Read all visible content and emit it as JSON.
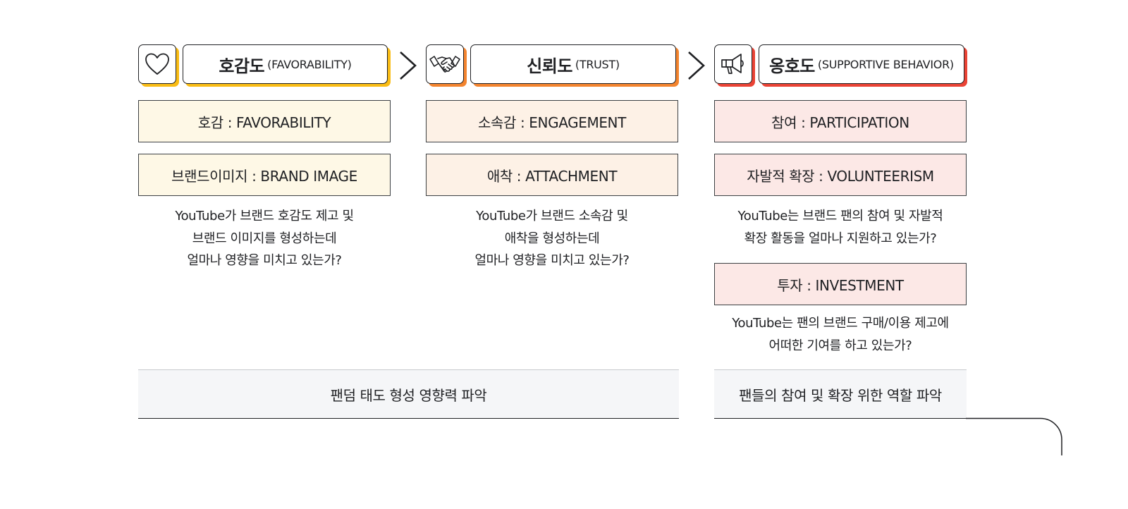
{
  "columns": [
    {
      "icon": "heart-icon",
      "title_ko": "호감도",
      "title_en": "(FAVORABILITY)",
      "accent": "#f9bc15",
      "fill": "#fef8e6",
      "items": [
        "호감 : FAVORABILITY",
        "브랜드이미지 : BRAND IMAGE"
      ],
      "description": [
        "YouTube가 브랜드 호감도 제고 및",
        "브랜드 이미지를 형성하는데",
        "얼마나 영향을 미치고 있는가?"
      ]
    },
    {
      "icon": "handshake-icon",
      "title_ko": "신뢰도",
      "title_en": "(TRUST)",
      "accent": "#f3842e",
      "fill": "#fdf1e6",
      "items": [
        "소속감 : ENGAGEMENT",
        "애착 : ATTACHMENT"
      ],
      "description": [
        "YouTube가 브랜드 소속감 및",
        "애착을 형성하는데",
        "얼마나 영향을 미치고 있는가?"
      ]
    },
    {
      "icon": "megaphone-icon",
      "title_ko": "옹호도",
      "title_en": "(SUPPORTIVE BEHAVIOR)",
      "accent": "#ea4335",
      "fill": "#fce8e6",
      "items": [
        "참여 : PARTICIPATION",
        "자발적 확장 : VOLUNTEERISM"
      ],
      "description": [
        "YouTube는 브랜드 팬의 참여 및 자발적",
        "확장 활동을 얼마나 지원하고 있는가?"
      ],
      "extra_item": "투자 : INVESTMENT",
      "extra_description": [
        "YouTube는 팬의 브랜드 구매/이용 제고에",
        "어떠한 기여를 하고 있는가?"
      ]
    }
  ],
  "footers": [
    "팬덤 태도 형성 영향력 파악",
    "팬들의 참여 및 확장 위한 역할 파악"
  ]
}
